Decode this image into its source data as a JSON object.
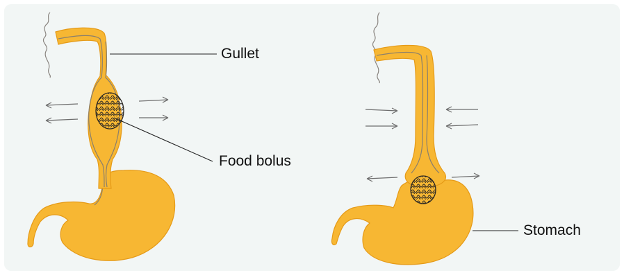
{
  "colors": {
    "panel_background": "#f2f6f5",
    "organ_fill": "#f7b733",
    "organ_edge": "#e59a17",
    "outline": "#7d7566",
    "bolus": "#3f3a34",
    "arrow": "#6d6d6d",
    "label_text": "#111111",
    "leader_line": "#222222"
  },
  "left_panel": {
    "gullet_label": "Gullet",
    "food_bolus_label": "Food bolus"
  },
  "right_panel": {
    "stomach_label": "Stomach"
  }
}
